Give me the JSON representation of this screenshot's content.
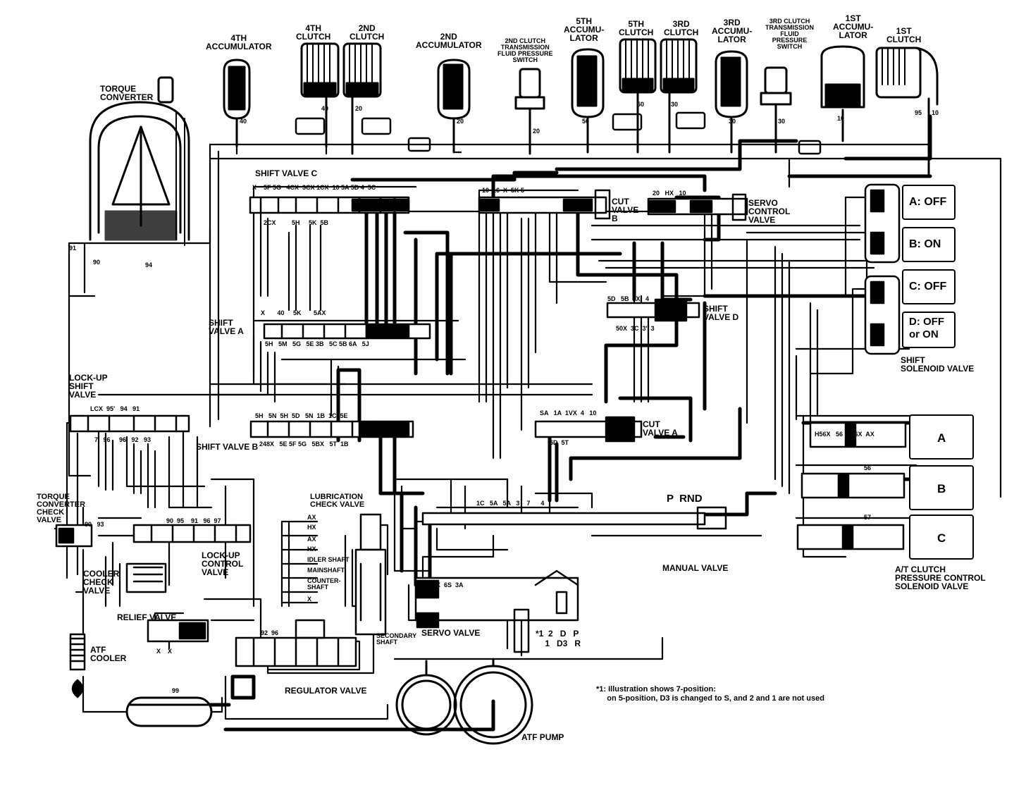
{
  "components": {
    "accumulator_4th": "4TH\nACCUMULATOR",
    "clutch_4th": "4TH\nCLUTCH",
    "clutch_2nd": "2ND\nCLUTCH",
    "accumulator_2nd": "2ND\nACCUMULATOR",
    "switch_2nd": "2ND CLUTCH\nTRANSMISSION\nFLUID PRESSURE\nSWITCH",
    "accumulator_5th": "5TH\nACCUMU-\nLATOR",
    "clutch_5th": "5TH\nCLUTCH",
    "clutch_3rd": "3RD\nCLUTCH",
    "accumulator_3rd": "3RD\nACCUMU-\nLATOR",
    "switch_3rd": "3RD CLUTCH\nTRANSMISSION\nFLUID\nPRESSURE\nSWITCH",
    "accumulator_1st": "1ST\nACCUMU-\nLATOR",
    "clutch_1st": "1ST\nCLUTCH",
    "torque_converter": "TORQUE\nCONVERTER",
    "shift_valve_c": "SHIFT VALVE C",
    "cut_valve_b": "CUT\nVALVE\nB",
    "servo_control_valve": "SERVO\nCONTROL\nVALVE",
    "shift_valve_a": "SHIFT\nVALVE A",
    "shift_valve_d": "SHIFT\nVALVE D",
    "lockup_shift_valve": "LOCK-UP\nSHIFT\nVALVE",
    "shift_valve_b": "SHIFT VALVE B",
    "cut_valve_a": "CUT\nVALVE A",
    "tc_check_valve": "TORQUE\nCONVERTER\nCHECK\nVALVE",
    "lubrication_check_valve": "LUBRICATION\nCHECK VALVE",
    "lockup_control_valve": "LOCK-UP\nCONTROL\nVALVE",
    "cooler_check_valve": "COOLER\nCHECK\nVALVE",
    "relief_valve": "RELIEF VALVE",
    "atf_cooler": "ATF\nCOOLER",
    "regulator_valve": "REGULATOR VALVE",
    "servo_valve": "SERVO VALVE",
    "manual_valve": "MANUAL VALVE",
    "atf_pump": "ATF PUMP",
    "shift_solenoid_valve": "SHIFT\nSOLENOID VALVE",
    "at_clutch_solenoid": "A/T CLUTCH\nPRESSURE CONTROL\nSOLENOID VALVE",
    "secondary_shaft": "SECONDARY\nSHAFT"
  },
  "solenoid_states": {
    "a": "A: OFF",
    "b": "B: ON",
    "c": "C: OFF",
    "d": "D: OFF\n   or ON"
  },
  "clutch_solenoids": [
    "A",
    "B",
    "C"
  ],
  "lubrication_points": [
    "AX",
    "HX",
    "AX",
    "HX",
    "IDLER SHAFT",
    "MAINSHAFT",
    "COUNTER-\nSHAFT",
    "X"
  ],
  "manual_positions": "P  RND",
  "footnote": "*1: Illustration shows 7-position:\n     on 5-position, D3 is changed to S, and 2 and 1 are not used",
  "port_labels": {
    "p40": "40",
    "p20a": "20",
    "p20b": "20",
    "p50": "50",
    "p30": "30",
    "p30b": "30",
    "p10": "10",
    "p95": "95",
    "p10b": "10",
    "p20c": "20",
    "sv_c_ports": "X    5F 5G   4CX  3CX 1CX  10 5A 5D 4  5C",
    "sv_c_bottom": "2CX         5H     5K  5B",
    "cutb_top": "10  16  X  5K 5",
    "servo_top": "20   HX   10",
    "sva_ports": "5H   5M   5G   5E 3B   5C 5B 6A   5J",
    "sva_mid": "X       40     5K       5AX",
    "svd_top": "5D   5B  4X   4",
    "svd_bot": "50X  3C  3'  3",
    "svb_ports": "5H   5N  5H  5D   5N  1B  1C  5E",
    "svb_bot": "248X   5E 5F 5G   5BX   5T  1B",
    "lu_ports": "LCX  95'   94   91",
    "lu_bot": "7   96     96   92   93",
    "cuta": "SA   1A  1VX  4   10",
    "cuta_bot": "5D  5T",
    "tc_ports": "90   93",
    "luctl": "90  95    91   96  97",
    "relief": "X    X",
    "reg": "92  96",
    "servo_ports": "4   HX  6S  3A",
    "man_ports": "1C   5A   5A   3    7      4",
    "sol_ports": "H56X   56  H56X  AX",
    "s6": "56",
    "s7": "57",
    "port91": "91",
    "port90": "90",
    "port94": "94",
    "port99": "99",
    "gear_letters": "*1  2   D   P\n    1   D3   R"
  }
}
